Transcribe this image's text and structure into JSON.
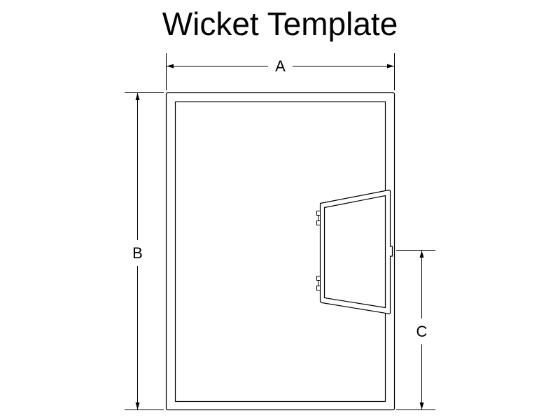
{
  "title": "Wicket Template",
  "colors": {
    "line": "#000000",
    "background": "#ffffff"
  },
  "dimensions": {
    "A": {
      "label": "A",
      "description": "overall width"
    },
    "B": {
      "label": "B",
      "description": "overall height"
    },
    "C": {
      "label": "C",
      "description": "wicket latch height from bottom"
    }
  },
  "components": {
    "outer_frame": "door outer frame",
    "inner_panel": "door inner panel",
    "wicket_door": "wicket door (shown open)",
    "hinges": [
      "upper hinge",
      "lower hinge"
    ],
    "latch": "wicket latch"
  }
}
